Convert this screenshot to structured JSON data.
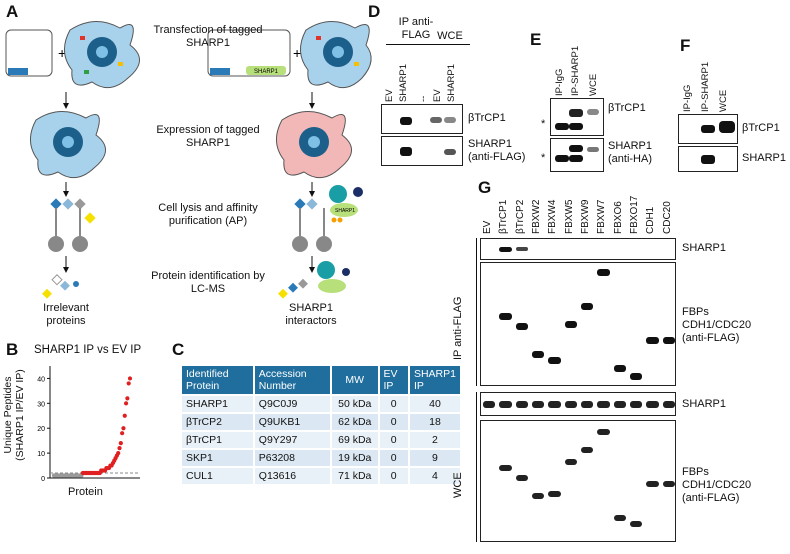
{
  "panel_labels": {
    "A": "A",
    "B": "B",
    "C": "C",
    "D": "D",
    "E": "E",
    "F": "F",
    "G": "G"
  },
  "panelA": {
    "steps": [
      "Transfection of tagged SHARP1",
      "Expression of tagged SHARP1",
      "Cell lysis and affinity purification (AP)",
      "Protein identification by LC-MS"
    ],
    "left_result": "Irrelevant proteins",
    "right_result": "SHARP1 interactors",
    "plasmid_insert": "SHARP1",
    "bead_label": "SHARP1"
  },
  "panelB": {
    "title": "SHARP1 IP vs EV IP",
    "ylabel": "Unique Peptides (SHARP1 IP/EV IP)",
    "xlabel": "Protein",
    "yticks": [
      "0",
      "10",
      "20",
      "30",
      "40"
    ]
  },
  "chart_data": {
    "type": "scatter",
    "title": "SHARP1 IP vs EV IP",
    "xlabel": "Protein",
    "ylabel": "Unique Peptides (SHARP1 IP/EV IP)",
    "ylim": [
      0,
      45
    ],
    "threshold": 2,
    "series": [
      {
        "color": "#9a9a9a",
        "values": [
          1,
          1,
          1,
          1,
          1,
          1,
          1,
          1,
          1,
          1,
          1,
          1,
          1,
          1,
          1,
          1,
          1,
          1,
          1,
          1,
          1,
          1
        ]
      },
      {
        "color": "#e02020",
        "values": [
          2,
          2,
          2,
          2,
          2,
          2,
          2,
          2,
          2,
          2,
          2,
          2,
          2,
          2,
          3,
          3,
          3,
          3,
          4,
          4,
          4,
          5,
          5,
          6,
          7,
          8,
          9,
          10,
          12,
          14,
          18,
          20,
          25,
          30,
          32,
          38,
          40
        ]
      }
    ]
  },
  "panelC": {
    "headers": [
      "Identified Protein",
      "Accession Number",
      "MW",
      "EV IP",
      "SHARP1 IP"
    ],
    "rows": [
      [
        "SHARP1",
        "Q9C0J9",
        "50 kDa",
        "0",
        "40"
      ],
      [
        "βTrCP2",
        "Q9UKB1",
        "62 kDa",
        "0",
        "18"
      ],
      [
        "βTrCP1",
        "Q9Y297",
        "69 kDa",
        "0",
        "2"
      ],
      [
        "SKP1",
        "P63208",
        "19 kDa",
        "0",
        "9"
      ],
      [
        "CUL1",
        "Q13616",
        "71 kDa",
        "0",
        "4"
      ]
    ]
  },
  "panelD": {
    "group1": "IP anti-FLAG",
    "group2": "WCE",
    "lanes": [
      "EV",
      "SHARP1",
      "--",
      "EV",
      "SHARP1"
    ],
    "rows": [
      "βTrCP1",
      "SHARP1 (anti-FLAG)"
    ]
  },
  "panelE": {
    "lanes": [
      "IP-IgG",
      "IP-SHARP1",
      "WCE"
    ],
    "rows": [
      "βTrCP1",
      "SHARP1 (anti-HA)"
    ],
    "asterisk": "*"
  },
  "panelF": {
    "lanes": [
      "IP-IgG",
      "IP-SHARP1",
      "WCE"
    ],
    "rows": [
      "βTrCP1",
      "SHARP1"
    ]
  },
  "panelG": {
    "lanes": [
      "EV",
      "βTrCP1",
      "βTrCP2",
      "FBXW2",
      "FBXW4",
      "FBXW5",
      "FBXW9",
      "FBXW7",
      "FBXO6",
      "FBXO17",
      "CDH1",
      "CDC20"
    ],
    "section1": "IP anti-FLAG",
    "section2": "WCE",
    "row_sharp1": "SHARP1",
    "row_fbp": "FBPs CDH1/CDC20 (anti-FLAG)"
  }
}
